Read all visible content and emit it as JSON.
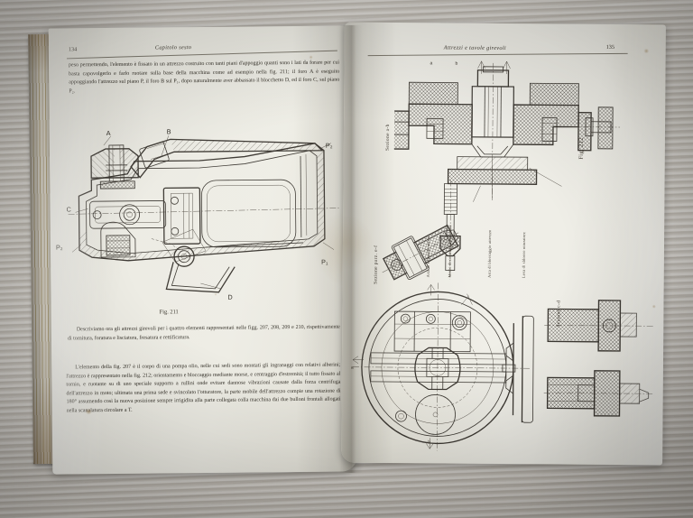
{
  "scene": {
    "subject": "open-book-photograph",
    "surface": "light wood table",
    "book_title_context": "Italian machine-tool / fixtures textbook"
  },
  "left_page": {
    "folio": "134",
    "running_head": "Capitolo sesto",
    "paragraph_1": "peso permettendo, l'elemento è fissato in un attrezzo costruito con tanti piani d'appoggio quanti sono i lati da forare per cui basta capovolgerlo e farlo ruotare sulla base della macchina come ad esempio nella fig. 211; il foro A è eseguito appoggiando l'attrezzo sul piano P, il foro B sul P₁, dopo naturalmente aver abbassato il blocchetto D, ed il foro C, sul piano P₂.",
    "paragraph_2": "Descriviamo ora gli attrezzi girevoli per i quattro elementi rappresentati nelle figg. 207, 208, 209 e 210, rispettivamente di tornitura, foratura e lisciatura, fresatura e rettificatura.",
    "paragraph_3": "L'elemento della fig. 207 è il corpo di una pompa olio, nelle cui sedi sono montati gli ingranaggi con relativi alberini; l'attrezzo è rappresentato nella fig. 212; orientamento e bloccaggio mediante morse, e centraggio d'estremità; il tutto fissato al tornio, e ruotante su di uno speciale supporto a rullini onde evitare dannose vibrazioni causate dalla forza centrifuga dell'attrezzo in moto; ultimata una prima sede e svincolato l'otturatore, la parte mobile dell'attrezzo compie una rotazione di 180° assumendo così la nuova posizione sempre irrigidita alla parte collegata colla macchina dai due bulloni frontali allogati nella scanalatura circolare a T.",
    "figure": {
      "caption": "Fig. 211",
      "callouts": [
        "A",
        "B",
        "C",
        "D",
        "P",
        "P₁",
        "P₂"
      ],
      "description": "sectional view of a drilling jig / fixture"
    }
  },
  "right_page": {
    "folio": "135",
    "running_head": "Attrezzi e tavole girevoli",
    "figure": {
      "caption": "Fig. 212",
      "section_labels": [
        "Sezione a-b",
        "Sezione parz. e-f",
        "Sezione c-d"
      ],
      "annotations": [
        "Asta di comando morse",
        "Morse di centraggio estremità",
        "Asta di bloccaggio attrezzo",
        "Leva di sblocco otturatore"
      ],
      "axis_marks": [
        "a",
        "b",
        "c",
        "d"
      ],
      "description": "assembly drawing of the rotating fixture: sections plus circular plan view"
    }
  },
  "colors": {
    "page": "#edece4",
    "ink": "#332f27",
    "table": "#c7c3bc",
    "edge_foxing": "#b9a97f"
  }
}
